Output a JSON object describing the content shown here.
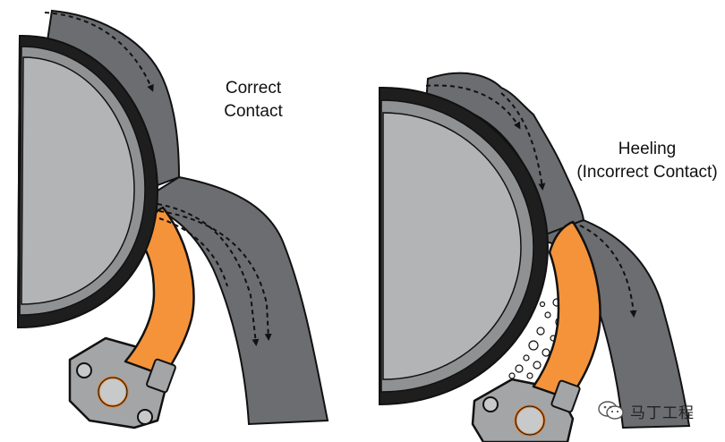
{
  "left_diagram": {
    "caption_line1": "Correct",
    "caption_line2": "Contact"
  },
  "right_diagram": {
    "caption_line1": "Heeling",
    "caption_line2": "(Incorrect Contact)"
  },
  "watermark": {
    "text": "马丁工程",
    "icon": "wechat-logo-icon"
  },
  "colors": {
    "drum_face": "#b2b4b6",
    "drum_ring": "#8f9193",
    "lagging": "#1e1e1e",
    "belt": "#6b6d70",
    "cleaner_blade": "#f5933a",
    "mount": "#a3a5a7",
    "outline": "#111111",
    "flow_arrow": "#111111"
  }
}
